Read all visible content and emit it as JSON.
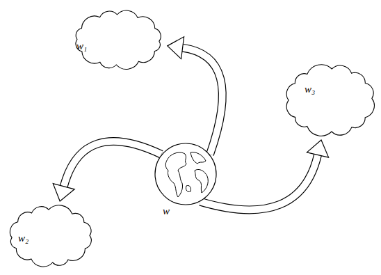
{
  "diagram": {
    "nodes": [
      {
        "text": [
          "w"
        ]
      },
      {
        "text": [
          "w₁"
        ]
      },
      {
        "text": [
          "w₂"
        ]
      },
      {
        "text": [
          "w₃"
        ]
      }
    ],
    "edges": [
      {
        "from": 0,
        "to": 1,
        "arrow": "to"
      },
      {
        "from": 0,
        "to": 2,
        "arrow": "to"
      },
      {
        "from": 0,
        "to": 3,
        "arrow": "to"
      }
    ]
  }
}
